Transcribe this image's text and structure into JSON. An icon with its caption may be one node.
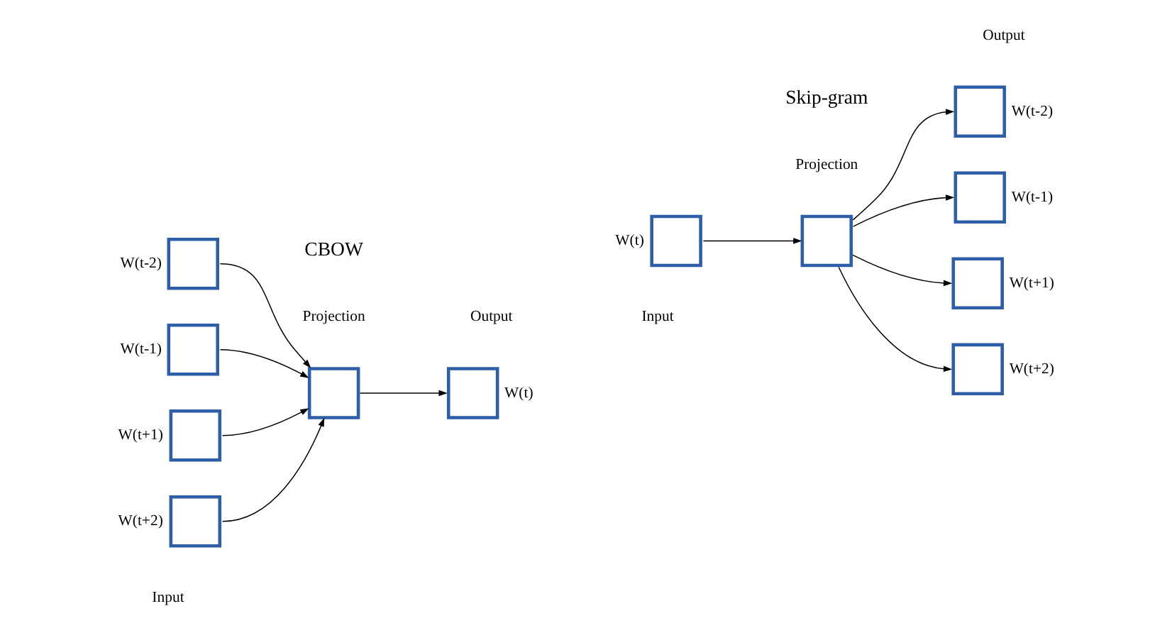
{
  "diagram": {
    "nodes": [
      {
        "text": [],
        "shape": "box",
        "beside": [
          "W(t-2)"
        ]
      },
      {
        "text": [],
        "shape": "box",
        "beside": [
          "W(t-1)"
        ]
      },
      {
        "text": [],
        "shape": "box",
        "beside": [
          "W(t+1)"
        ]
      },
      {
        "text": [],
        "shape": "box",
        "beside": [
          "W(t+2)"
        ]
      },
      {
        "text": [],
        "shape": "box"
      },
      {
        "text": [],
        "shape": "box",
        "beside": [
          "W(t)"
        ]
      },
      {
        "text": [],
        "shape": "box",
        "beside": [
          "W(t)"
        ]
      },
      {
        "text": [],
        "shape": "box"
      },
      {
        "text": [],
        "shape": "box",
        "beside": [
          "W(t-2)"
        ]
      },
      {
        "text": [],
        "shape": "box",
        "beside": [
          "W(t-1)"
        ]
      },
      {
        "text": [],
        "shape": "box",
        "beside": [
          "W(t+1)"
        ]
      },
      {
        "text": [],
        "shape": "box",
        "beside": [
          "W(t+2)"
        ]
      }
    ],
    "edges": [
      {
        "from": 0,
        "to": 4,
        "arrow": "to"
      },
      {
        "from": 1,
        "to": 4,
        "arrow": "to"
      },
      {
        "from": 2,
        "to": 4,
        "arrow": "to"
      },
      {
        "from": 3,
        "to": 4,
        "arrow": "to"
      },
      {
        "from": 4,
        "to": 5,
        "arrow": "to"
      },
      {
        "from": 6,
        "to": 7,
        "arrow": "to"
      },
      {
        "from": 7,
        "to": 8,
        "arrow": "to"
      },
      {
        "from": 7,
        "to": 9,
        "arrow": "to"
      },
      {
        "from": 7,
        "to": 10,
        "arrow": "to"
      },
      {
        "from": 7,
        "to": 11,
        "arrow": "to"
      }
    ],
    "labels": [
      "Input",
      "Projection",
      "Output",
      "Input",
      "Projection",
      "Output",
      "CBOW",
      "Skip-gram"
    ]
  }
}
